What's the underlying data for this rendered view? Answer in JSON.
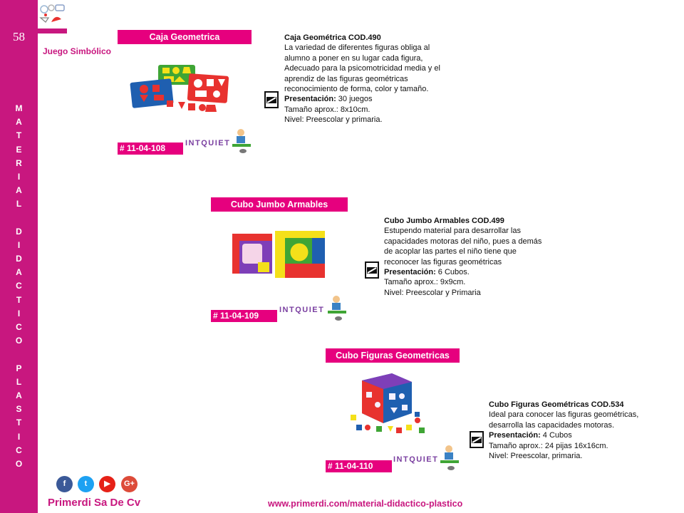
{
  "page_number": "58",
  "sidebar_title": [
    "M",
    "A",
    "T",
    "E",
    "R",
    "I",
    "A",
    "L",
    "",
    "D",
    "I",
    "D",
    "A",
    "C",
    "T",
    "I",
    "C",
    "O",
    "",
    "P",
    "L",
    "A",
    "S",
    "T",
    "I",
    "C",
    "O"
  ],
  "section_label": "Juego Simbólico",
  "brand_name": "INTQUIET",
  "products": [
    {
      "banner": "Caja Geometrica",
      "code": "# 11-04-108",
      "title": "Caja Geométrica COD.490",
      "lines": [
        "La variedad de diferentes figuras  obliga al",
        "alumno a poner en su lugar cada figura,",
        "Adecuado para la psicomotricidad media y el",
        "aprendiz de las figuras geométricas",
        "reconocimiento de forma, color y tamaño."
      ],
      "presentation_label": "Presentación:",
      "presentation_value": " 30 juegos",
      "size": "Tamaño aprox.: 8x10cm.",
      "level": "Nivel: Preescolar y primaria."
    },
    {
      "banner": "Cubo Jumbo Armables",
      "code": "# 11-04-109",
      "title": "Cubo  Jumbo Armables COD.499",
      "lines": [
        "Estupendo material para desarrollar las",
        "capacidades motoras del niño, pues a demás",
        "de acoplar las partes el niño tiene que",
        "reconocer las figuras geométricas"
      ],
      "presentation_label": "Presentación:",
      "presentation_value": " 6 Cubos.",
      "size": "Tamaño aprox.: 9x9cm.",
      "level": "Nivel: Preescolar y Primaria"
    },
    {
      "banner": "Cubo Figuras Geometricas",
      "code": "# 11-04-110",
      "title": "Cubo  Figuras  Geométricas COD.534",
      "lines": [
        "Ideal para conocer las figuras geométricas,",
        "desarrolla las capacidades motoras."
      ],
      "presentation_label": "Presentación:",
      "presentation_value": " 4 Cubos",
      "size": "Tamaño aprox.: 24 pijas 16x16cm.",
      "level": "Nivel: Preescolar, primaria."
    }
  ],
  "social": [
    {
      "label": "f",
      "color": "#3b5998",
      "icon": "facebook-icon"
    },
    {
      "label": "t",
      "color": "#1da1f2",
      "icon": "twitter-icon"
    },
    {
      "label": "▶",
      "color": "#e62117",
      "icon": "youtube-icon"
    },
    {
      "label": "G+",
      "color": "#dd4b39",
      "icon": "google-plus-icon"
    }
  ],
  "footer": {
    "company": "Primerdi Sa De Cv",
    "url": "www.primerdi.com/material-didactico-plastico"
  },
  "colors": {
    "accent": "#c8177f",
    "banner": "#e6007e"
  }
}
